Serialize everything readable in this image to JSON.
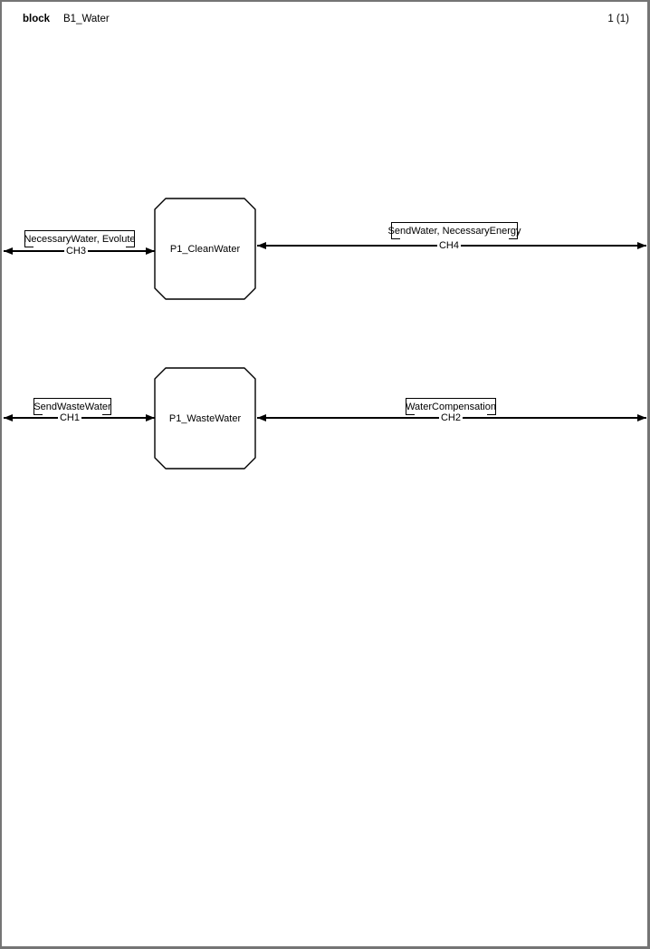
{
  "header": {
    "kind_label": "block",
    "title": "B1_Water",
    "page_number": "1 (1)"
  },
  "processes": [
    {
      "name": "P1_CleanWater"
    },
    {
      "name": "P1_WasteWater"
    }
  ],
  "channels": [
    {
      "name": "CH3",
      "signals": "NecessaryWater, Evolute"
    },
    {
      "name": "CH4",
      "signals": "SendWater, NecessaryEnergy"
    },
    {
      "name": "CH1",
      "signals": "SendWasteWater"
    },
    {
      "name": "CH2",
      "signals": "WaterCompensation"
    }
  ],
  "colors": {
    "line": "#000000",
    "frame_border": "#757575",
    "background": "#ffffff"
  }
}
